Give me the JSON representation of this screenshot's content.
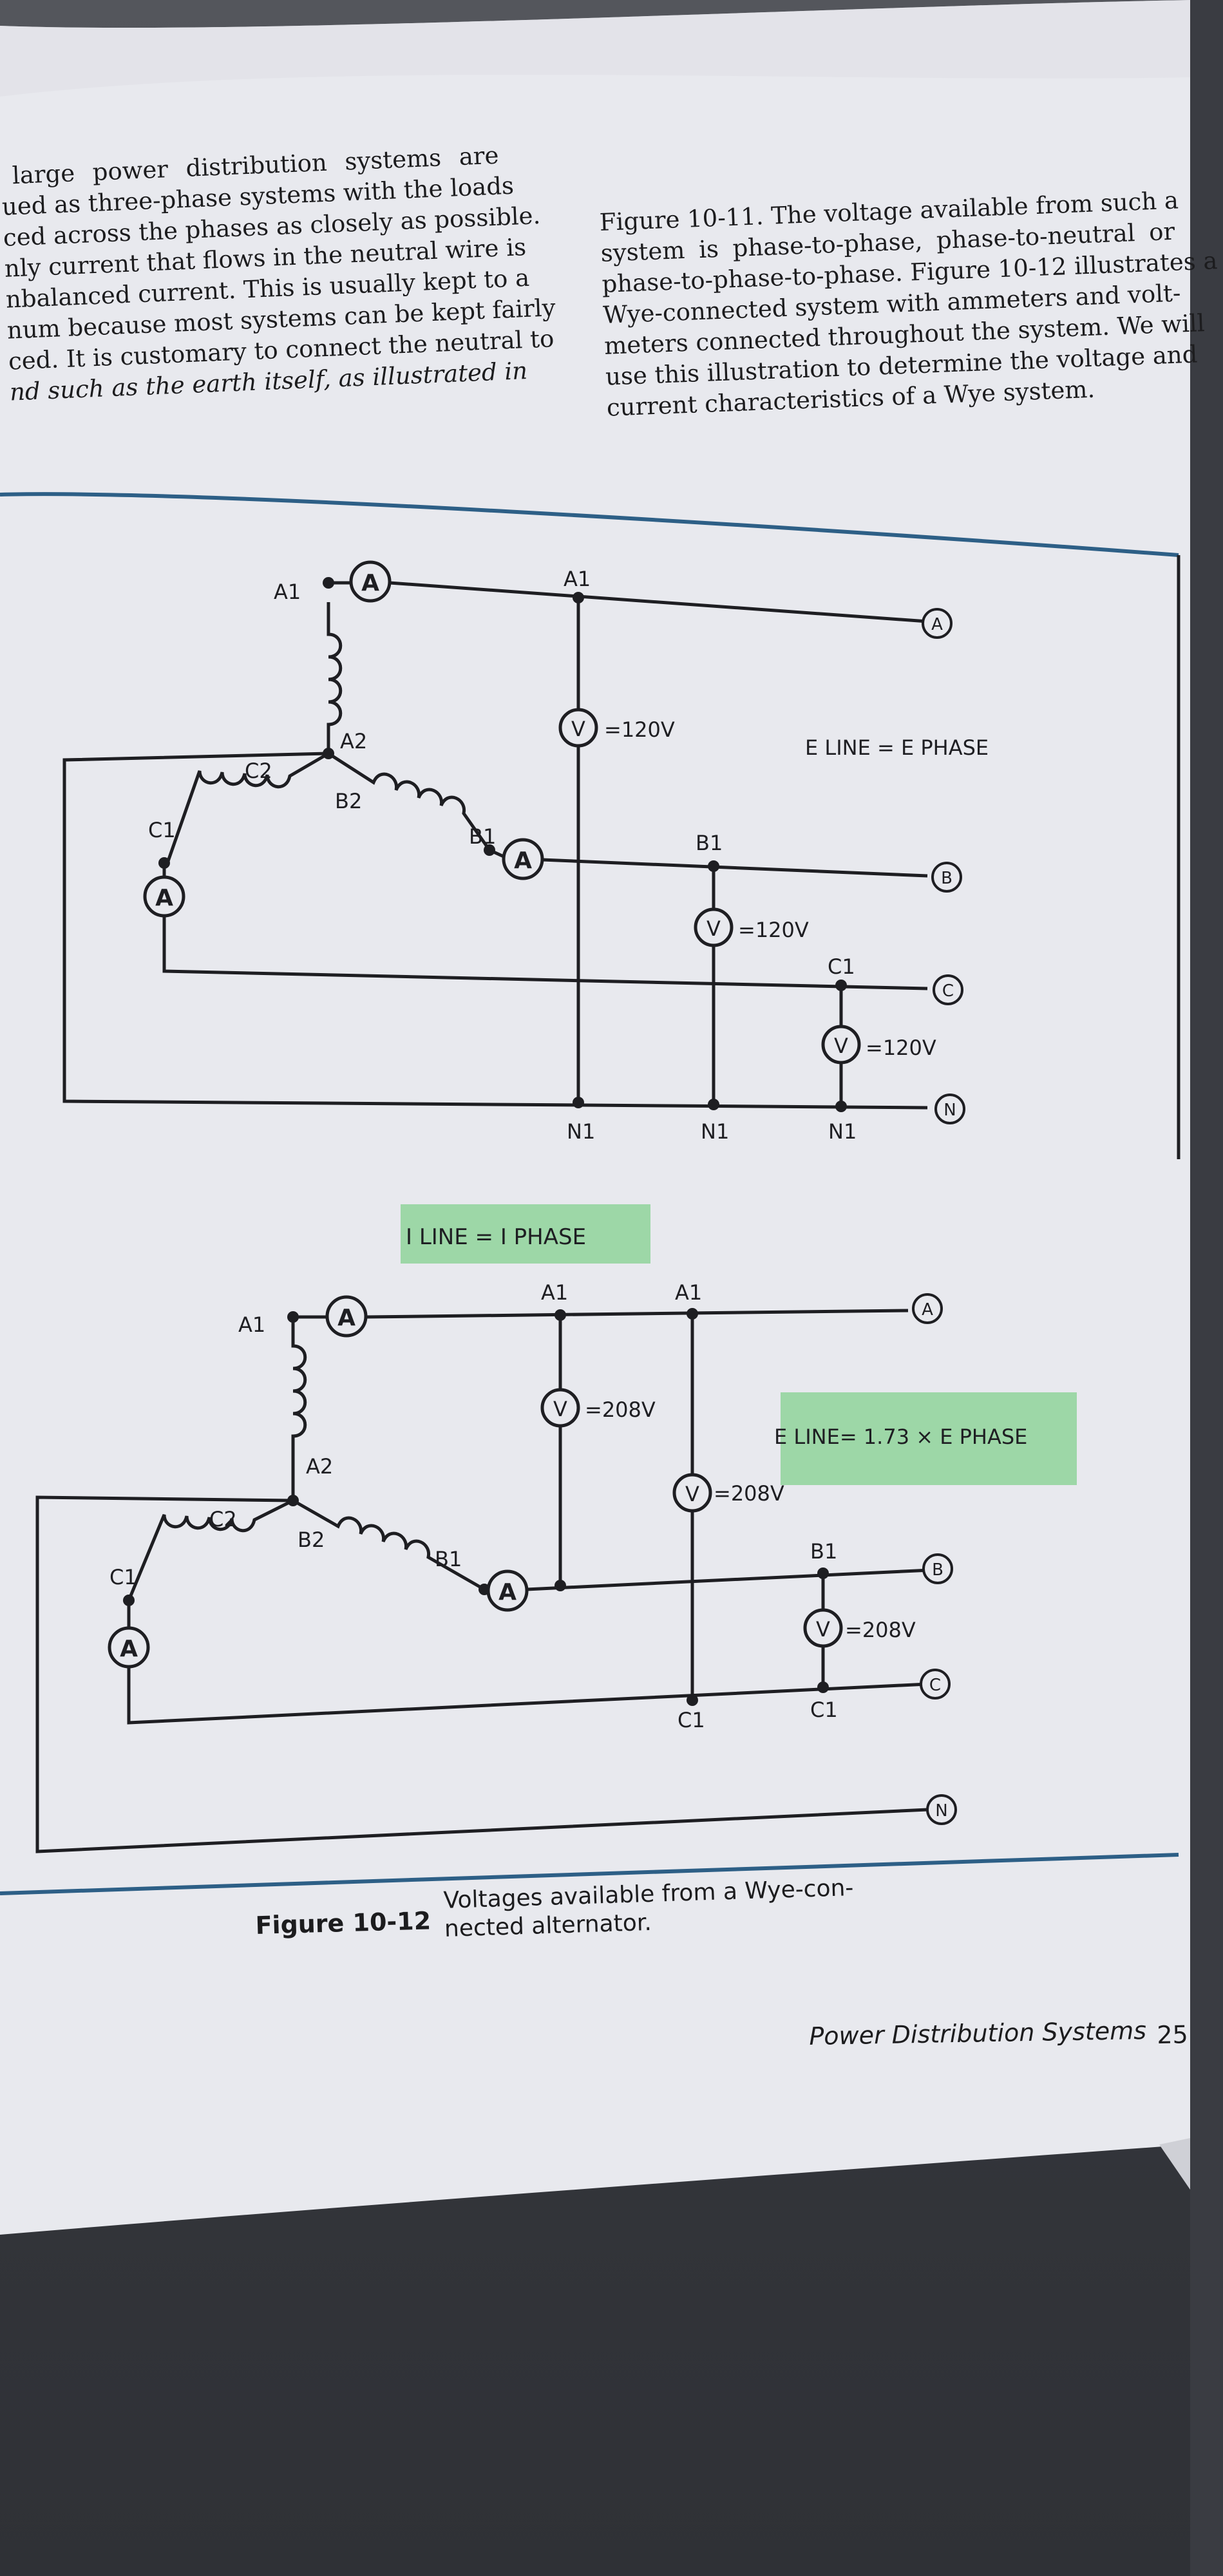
{
  "body_text": {
    "left_lines": [
      "large power distribution systems are",
      "ued as three-phase systems with the loads",
      "ced across the phases as closely as possible.",
      "nly current that flows in the neutral wire is",
      "nbalanced current. This is usually kept to a",
      "num because most systems can be kept fairly",
      "ced. It is customary to connect the neutral to",
      "nd such as the earth itself, as illustrated in"
    ],
    "right_lines": [
      "Figure 10-11. The voltage available from such a",
      "system is phase-to-phase, phase-to-neutral or",
      "phase-to-phase-to-phase. Figure 10-12 illustrates a",
      "Wye-connected system with ammeters and volt-",
      "meters connected throughout the system. We will",
      "use this illustration to determine the voltage and",
      "current characteristics of a Wye system."
    ]
  },
  "diagram_top": {
    "labels": {
      "a1": "A1",
      "a2": "A2",
      "b1": "B1",
      "b2": "B2",
      "c1": "C1",
      "c2": "C2",
      "line_a1": "A1",
      "line_b1": "B1",
      "line_c1": "C1",
      "n1_1": "N1",
      "n1_2": "N1",
      "n1_3": "N1"
    },
    "voltmeter_readings": [
      "=120V",
      "=120V",
      "=120V"
    ],
    "relation": "E LINE = E PHASE",
    "terminals": [
      "A",
      "B",
      "C",
      "N"
    ]
  },
  "diagram_bottom": {
    "labels": {
      "a1": "A1",
      "a2": "A2",
      "b1": "B1",
      "b2": "B2",
      "c1": "C1",
      "c2": "C2",
      "line_a1_1": "A1",
      "line_a1_2": "A1",
      "line_b1": "B1",
      "line_c1_1": "C1",
      "line_c1_2": "C1"
    },
    "voltmeter_readings": [
      "=208V",
      "=208V",
      "=208V"
    ],
    "highlight_current": "I LINE = I PHASE",
    "highlight_voltage": "E LINE= 1.73 × E PHASE",
    "terminals": [
      "A",
      "B",
      "C",
      "N"
    ]
  },
  "meter_symbols": {
    "ammeter": "A",
    "voltmeter": "V"
  },
  "caption": {
    "label": "Figure 10-12",
    "line1": "Voltages available from a Wye-con-",
    "line2": "nected alternator."
  },
  "footer": {
    "running_title": "Power Distribution Systems",
    "page_number": "25"
  },
  "colors": {
    "paper": "#e8e9ee",
    "ink": "#1e1e22",
    "highlight": "#8fd39a",
    "rule": "#2d5f86"
  }
}
